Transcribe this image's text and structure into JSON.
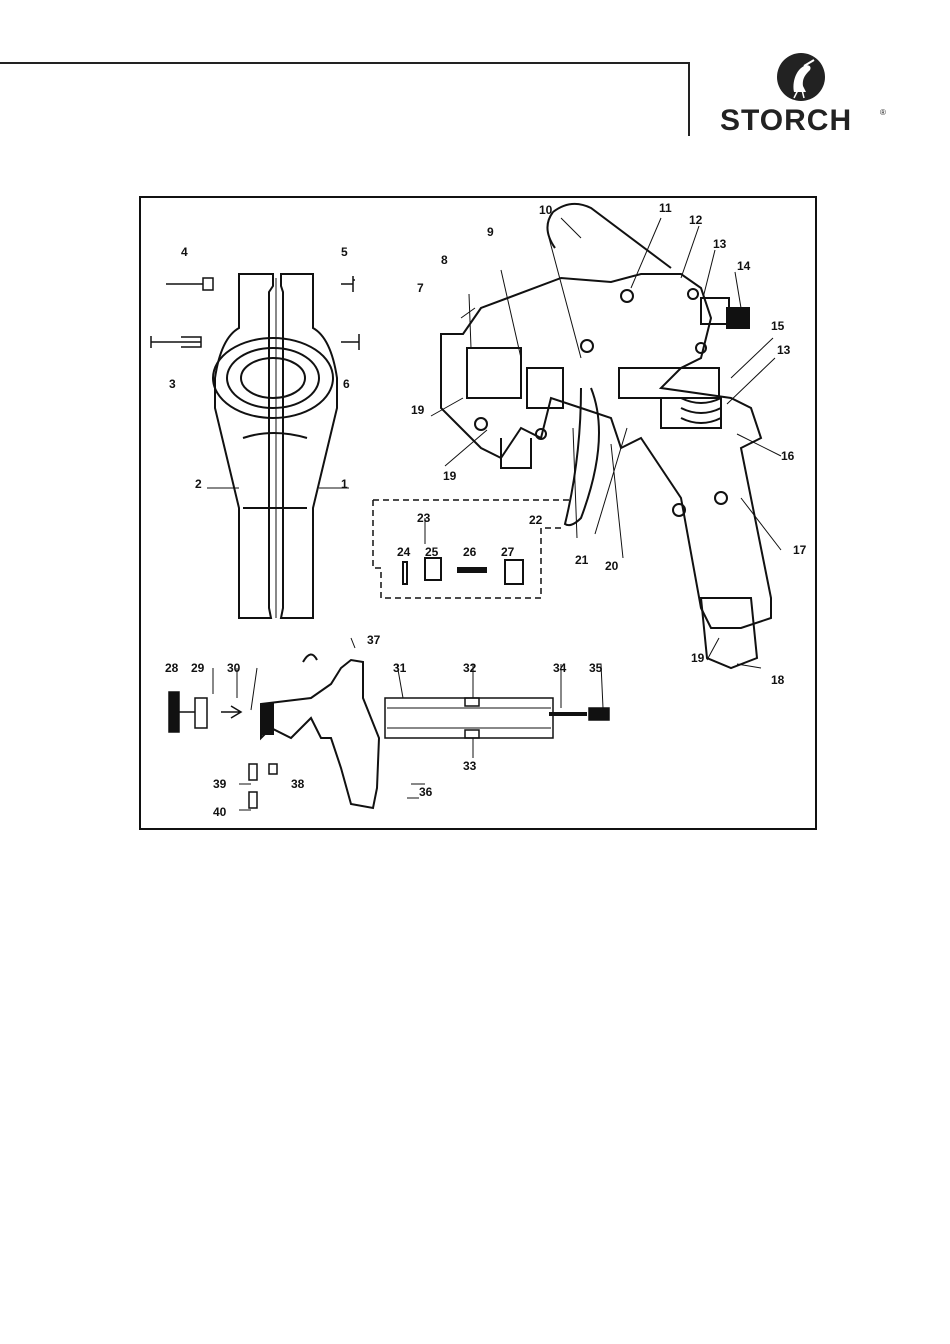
{
  "brand": {
    "name": "STORCH",
    "reg_mark": "®",
    "logo_icon": "stork-icon"
  },
  "figure": {
    "callouts": [
      "1",
      "2",
      "3",
      "4",
      "5",
      "6",
      "7",
      "8",
      "9",
      "10",
      "11",
      "12",
      "13",
      "13",
      "14",
      "15",
      "16",
      "17",
      "18",
      "19",
      "19",
      "19",
      "20",
      "21",
      "22",
      "23",
      "24",
      "25",
      "26",
      "27",
      "28",
      "29",
      "30",
      "31",
      "32",
      "33",
      "34",
      "35",
      "36",
      "37",
      "38",
      "39",
      "40"
    ]
  }
}
